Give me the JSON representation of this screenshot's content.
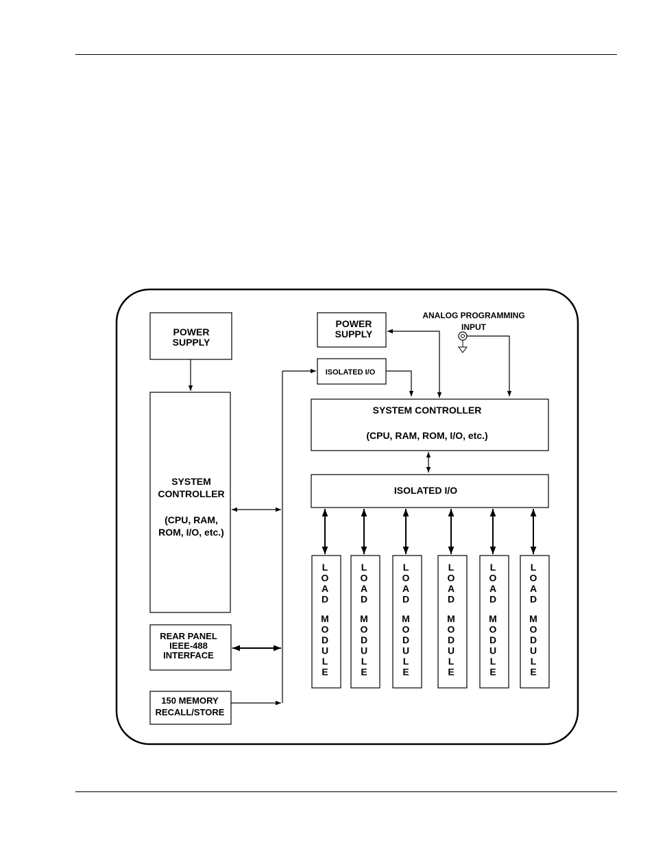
{
  "left": {
    "power_supply": [
      "POWER",
      "SUPPLY"
    ],
    "system_controller": [
      "SYSTEM",
      "CONTROLLER",
      "(CPU, RAM,",
      "ROM, I/O, etc.)"
    ],
    "rear_panel": [
      "REAR PANEL",
      "IEEE-488",
      "INTERFACE"
    ],
    "memory": [
      "150 MEMORY",
      "RECALL/STORE"
    ]
  },
  "right": {
    "power_supply": [
      "POWER",
      "SUPPLY"
    ],
    "isolated_io_small": "ISOLATED I/O",
    "analog_input": [
      "ANALOG PROGRAMMING",
      "INPUT"
    ],
    "system_controller": [
      "SYSTEM CONTROLLER",
      "(CPU, RAM, ROM, I/O, etc.)"
    ],
    "isolated_io": "ISOLATED I/O",
    "load_modules": [
      {
        "word1": "LOAD",
        "word2": "MODULE"
      },
      {
        "word1": "LOAD",
        "word2": "MODULE"
      },
      {
        "word1": "LOAD",
        "word2": "MODULE"
      },
      {
        "word1": "LOAD",
        "word2": "MODULE"
      },
      {
        "word1": "LOAD",
        "word2": "MODULE"
      },
      {
        "word1": "LOAD",
        "word2": "MODULE"
      }
    ]
  }
}
